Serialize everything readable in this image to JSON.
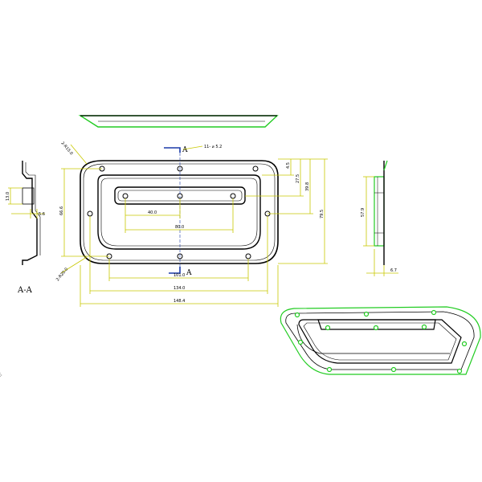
{
  "section_label": "A-A",
  "section_marks": {
    "top": "A",
    "bottom": "A"
  },
  "holes_note": "11- ⌀ 5.2",
  "note_prefix": "注:",
  "radii": {
    "top_left": "2-R15.0",
    "bottom_left": "2-R20.0"
  },
  "dimensions": {
    "height_total": "79.5",
    "height_inner": "66.6",
    "top_offset": "4.5",
    "dim_27": "27.5",
    "dim_39": "39.8",
    "width_total": "148.4",
    "width_134": "134.0",
    "width_101": "101.0",
    "slot_40": "40.0",
    "slot_80": "80.0",
    "section_depth": "13.0",
    "section_5": "5.6",
    "side_height": "57.9",
    "side_thickness": "6.7"
  },
  "colors": {
    "line": "#000000",
    "dimension": "#c8c800",
    "highlight": "#22cc22",
    "section_marker": "#1a3aa8"
  }
}
